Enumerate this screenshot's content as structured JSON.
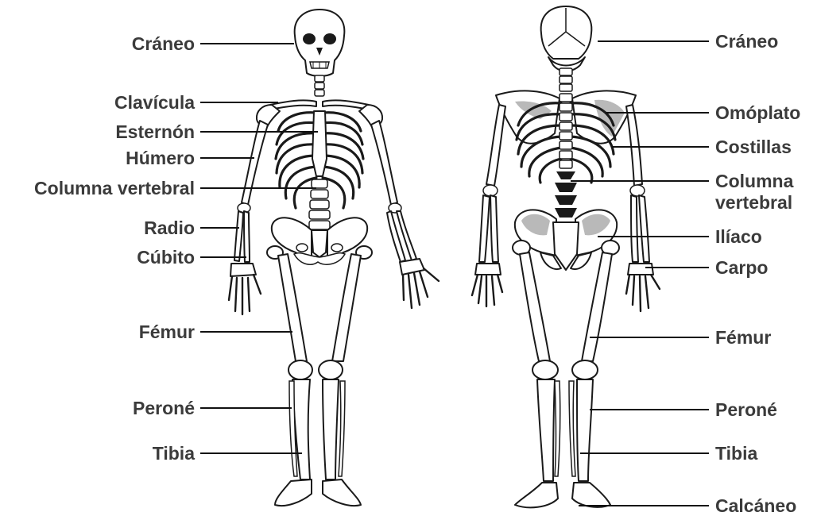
{
  "labels": {
    "left": {
      "craneo": "Cráneo",
      "clavicula": "Clavícula",
      "esternon": "Esternón",
      "humero": "Húmero",
      "columna": "Columna vertebral",
      "radio": "Radio",
      "cubito": "Cúbito",
      "femur": "Fémur",
      "perone": "Peroné",
      "tibia": "Tibia"
    },
    "right": {
      "craneo": "Cráneo",
      "omoplato": "Omóplato",
      "costillas": "Costillas",
      "columna_line1": "Columna",
      "columna_line2": "vertebral",
      "iliaco": "Ilíaco",
      "carpo": "Carpo",
      "femur": "Fémur",
      "perone": "Peroné",
      "tibia": "Tibia",
      "calcaneo": "Calcáneo"
    }
  }
}
